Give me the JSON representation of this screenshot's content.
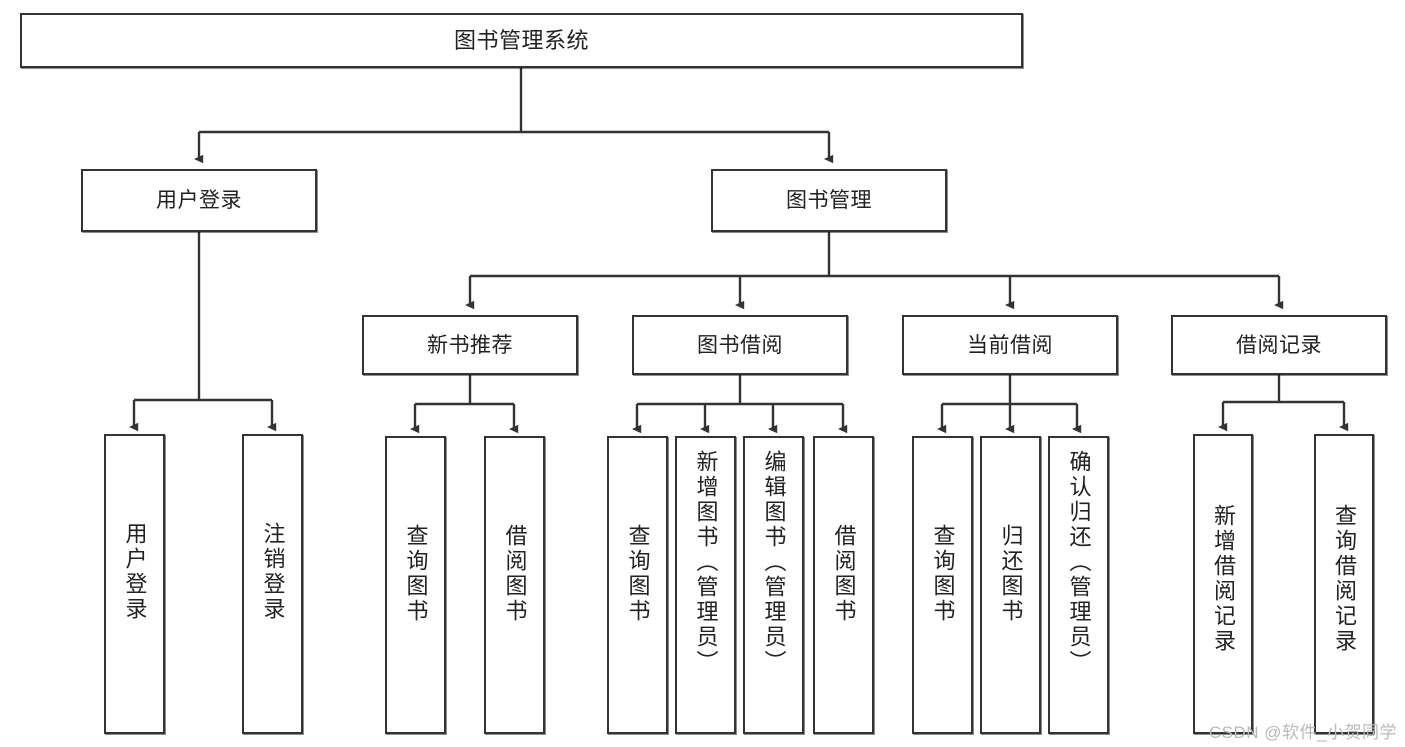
{
  "diagram": {
    "title": "图书管理系统",
    "type": "tree-hierarchy",
    "watermark": "CSDN @软件_小贺同学",
    "accent_border_color": "#333333",
    "background_color": "#ffffff"
  },
  "nodes": {
    "root": {
      "label": "图书管理系统",
      "level": 1
    },
    "login": {
      "label": "用户登录",
      "level": 2
    },
    "book_mgmt": {
      "label": "图书管理",
      "level": 2
    },
    "new_book_rec": {
      "label": "新书推荐",
      "level": 3
    },
    "book_borrow": {
      "label": "图书借阅",
      "level": 3
    },
    "current_borrow": {
      "label": "当前借阅",
      "level": 3
    },
    "borrow_record": {
      "label": "借阅记录",
      "level": 3
    }
  },
  "leaves": {
    "login": [
      {
        "label": "用户登录"
      },
      {
        "label": "注销登录"
      }
    ],
    "new_book_rec": [
      {
        "label": "查询图书"
      },
      {
        "label": "借阅图书"
      }
    ],
    "book_borrow": [
      {
        "label": "查询图书"
      },
      {
        "label": "新增图书（管理员）"
      },
      {
        "label": "编辑图书（管理员）"
      },
      {
        "label": "借阅图书"
      }
    ],
    "current_borrow": [
      {
        "label": "查询图书"
      },
      {
        "label": "归还图书"
      },
      {
        "label": "确认归还（管理员）"
      }
    ],
    "borrow_record": [
      {
        "label": "新增借阅记录"
      },
      {
        "label": "查询借阅记录"
      }
    ]
  }
}
